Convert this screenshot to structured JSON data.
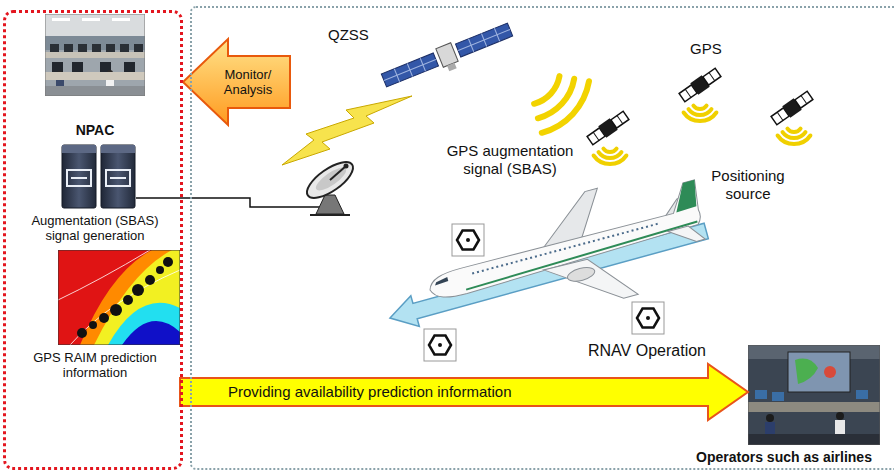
{
  "diagram": {
    "nodes": [
      {
        "text": []
      },
      {
        "text": [
          "NPAC"
        ],
        "in": 0
      },
      {
        "text": [
          "Augmentation (SBAS) signal generation"
        ],
        "in": 0
      },
      {
        "text": [
          "GPS RAIM prediction information"
        ],
        "in": 0
      },
      {
        "text": []
      },
      {
        "text": [
          "Operators such as airlines"
        ]
      }
    ],
    "edges": [
      {
        "from": 4,
        "to": 0,
        "arrow": "to",
        "label": "Monitor/ Analysis"
      },
      {
        "from": 3,
        "to": 5,
        "arrow": "to",
        "label": "Providing availability prediction information"
      }
    ],
    "labels": [
      "QZSS",
      "GPS",
      "GPS augmentation signal (SBAS)",
      "Positioning source",
      "RNAV Operation"
    ]
  }
}
